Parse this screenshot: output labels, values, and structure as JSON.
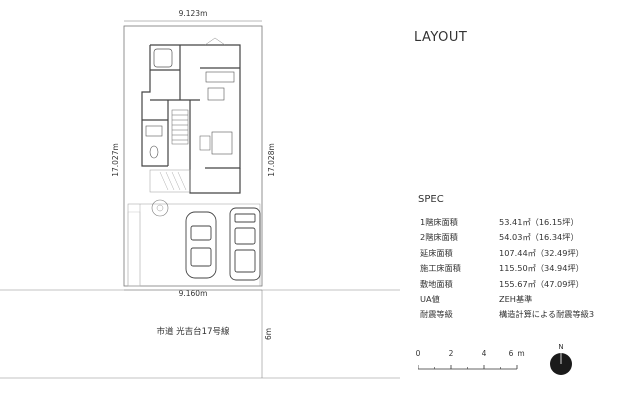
{
  "plan": {
    "dim_top": "9.123m",
    "dim_bottom": "9.160m",
    "dim_left": "17.027m",
    "dim_right": "17.028m",
    "road_label": "市道 光吉台17号線",
    "road_width": "6m"
  },
  "layout_title": "LAYOUT",
  "spec": {
    "title": "SPEC",
    "rows": [
      {
        "label": "1階床面積",
        "value": "53.41㎡（16.15坪）"
      },
      {
        "label": "2階床面積",
        "value": "54.03㎡（16.34坪）"
      },
      {
        "label": "延床面積",
        "value": "107.44㎡（32.49坪）"
      },
      {
        "label": "施工床面積",
        "value": "115.50㎡（34.94坪）"
      },
      {
        "label": "敷地面積",
        "value": "155.67㎡（47.09坪）"
      },
      {
        "label": "UA値",
        "value": "ZEH基準"
      },
      {
        "label": "耐震等級",
        "value": "構造計算による耐震等級3"
      }
    ]
  },
  "scale_bar": {
    "ticks": [
      "0",
      "2",
      "4",
      "6"
    ],
    "unit": "m"
  },
  "north_label": "N",
  "colors": {
    "line": "#555555",
    "wall": "#444444",
    "hatch": "#b0b0b0",
    "accent_text": "#333333"
  }
}
